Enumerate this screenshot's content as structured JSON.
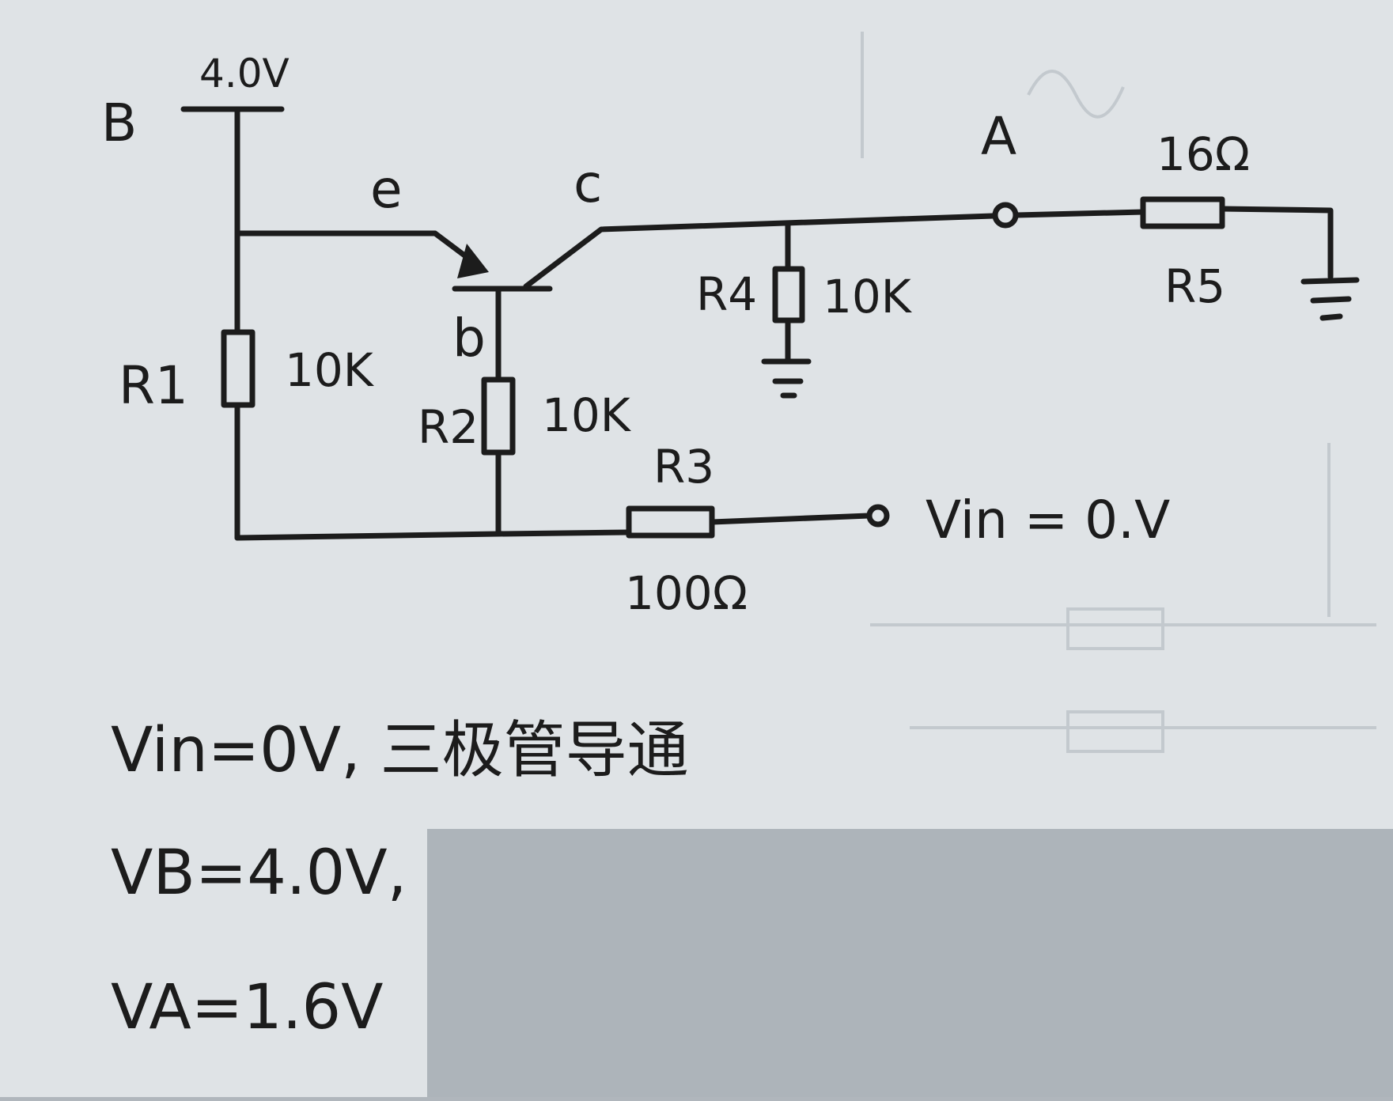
{
  "paper_color": "#dfe3e6",
  "bg_color": "#adb4ba",
  "ink_color": "#1c1c1c",
  "nodes": {
    "B": "B",
    "B_voltage": "4.0V",
    "A": "A",
    "emitter": "e",
    "collector": "c",
    "base": "b"
  },
  "resistors": {
    "R1": {
      "name": "R1",
      "value": "10K"
    },
    "R2": {
      "name": "R2",
      "value": "10K"
    },
    "R3": {
      "name": "R3",
      "value": "100Ω"
    },
    "R4": {
      "name": "R4",
      "value": "10K"
    },
    "R5": {
      "name": "R5",
      "value": "16Ω"
    }
  },
  "input": {
    "label": "Vin = 0.V"
  },
  "notes": [
    "Vin=0V, 三极管导通",
    "VB=4.0V,",
    "VA=1.6V"
  ]
}
